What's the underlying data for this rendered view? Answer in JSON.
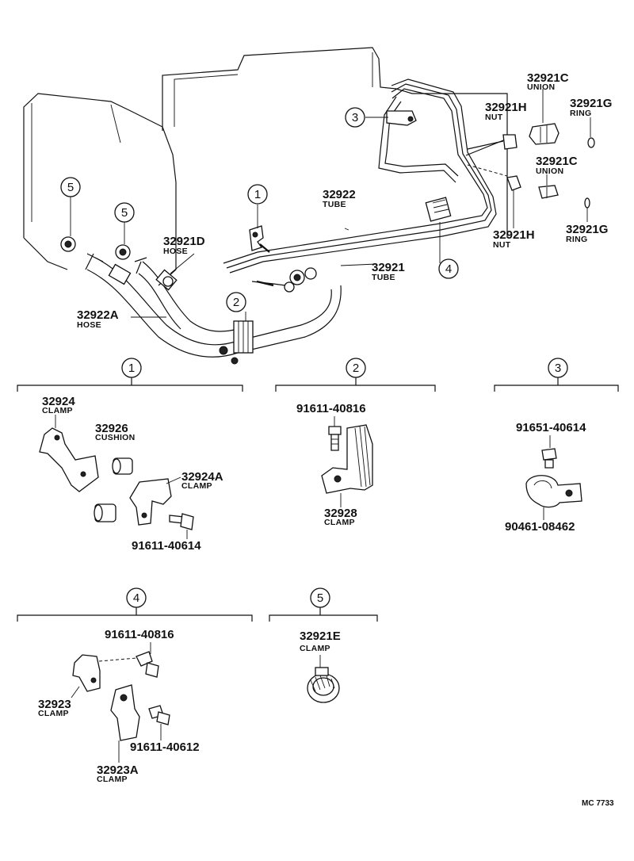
{
  "main": {
    "callouts": [
      {
        "pn": "32921C",
        "sub": "UNION"
      },
      {
        "pn": "32921H",
        "sub": "NUT"
      },
      {
        "pn": "32921G",
        "sub": "RING"
      },
      {
        "pn": "32921C",
        "sub": "UNION"
      },
      {
        "pn": "32922",
        "sub": "TUBE"
      },
      {
        "pn": "32921H",
        "sub": "NUT"
      },
      {
        "pn": "32921G",
        "sub": "RING"
      },
      {
        "pn": "32921D",
        "sub": "HOSE"
      },
      {
        "pn": "32921",
        "sub": "TUBE"
      },
      {
        "pn": "32922A",
        "sub": "HOSE"
      }
    ],
    "markers": [
      "3",
      "5",
      "5",
      "1",
      "4",
      "2"
    ]
  },
  "details": [
    {
      "number": "1",
      "parts": [
        {
          "pn": "32924",
          "sub": "CLAMP"
        },
        {
          "pn": "32926",
          "sub": "CUSHION"
        },
        {
          "pn": "32924A",
          "sub": "CLAMP"
        },
        {
          "pn": "91611-40614",
          "sub": ""
        }
      ]
    },
    {
      "number": "2",
      "parts": [
        {
          "pn": "91611-40816",
          "sub": ""
        },
        {
          "pn": "32928",
          "sub": "CLAMP"
        }
      ]
    },
    {
      "number": "3",
      "parts": [
        {
          "pn": "91651-40614",
          "sub": ""
        },
        {
          "pn": "90461-08462",
          "sub": ""
        }
      ]
    },
    {
      "number": "4",
      "parts": [
        {
          "pn": "91611-40816",
          "sub": ""
        },
        {
          "pn": "32923",
          "sub": "CLAMP"
        },
        {
          "pn": "91611-40612",
          "sub": ""
        },
        {
          "pn": "32923A",
          "sub": "CLAMP"
        }
      ]
    },
    {
      "number": "5",
      "parts": [
        {
          "pn": "32921E",
          "sub": "CLAMP"
        }
      ]
    }
  ],
  "footer": {
    "code": "MC 7733"
  }
}
